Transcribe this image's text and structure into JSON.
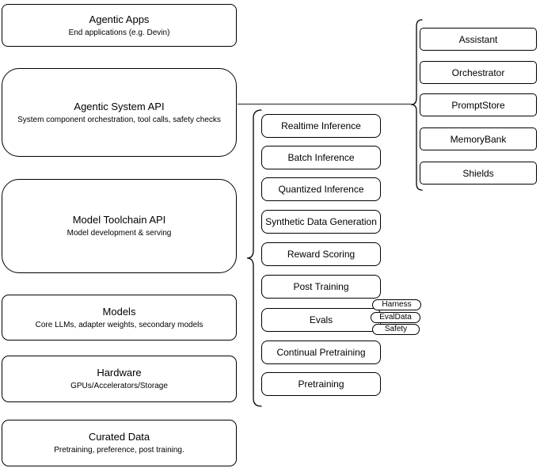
{
  "diagram": {
    "stack": [
      {
        "title": "Agentic Apps",
        "subtitle": "End applications (e.g. Devin)"
      },
      {
        "title": "Agentic System API",
        "subtitle": "System component orchestration, tool calls, safety checks"
      },
      {
        "title": "Model Toolchain API",
        "subtitle": "Model development & serving"
      },
      {
        "title": "Models",
        "subtitle": "Core LLMs, adapter weights, secondary models"
      },
      {
        "title": "Hardware",
        "subtitle": "GPUs/Accelerators/Storage"
      },
      {
        "title": "Curated Data",
        "subtitle": "Pretraining, preference, post training."
      }
    ],
    "toolchain_items": [
      "Realtime Inference",
      "Batch Inference",
      "Quantized Inference",
      "Synthetic Data Generation",
      "Reward Scoring",
      "Post Training",
      "Evals",
      "Continual Pretraining",
      "Pretraining"
    ],
    "system_components": [
      "Assistant",
      "Orchestrator",
      "PromptStore",
      "MemoryBank",
      "Shields"
    ],
    "eval_tags": [
      "Harness",
      "EvalData",
      "Safety"
    ],
    "colors": {
      "stroke": "#000000",
      "connector": "#595959",
      "background": "#ffffff"
    }
  }
}
